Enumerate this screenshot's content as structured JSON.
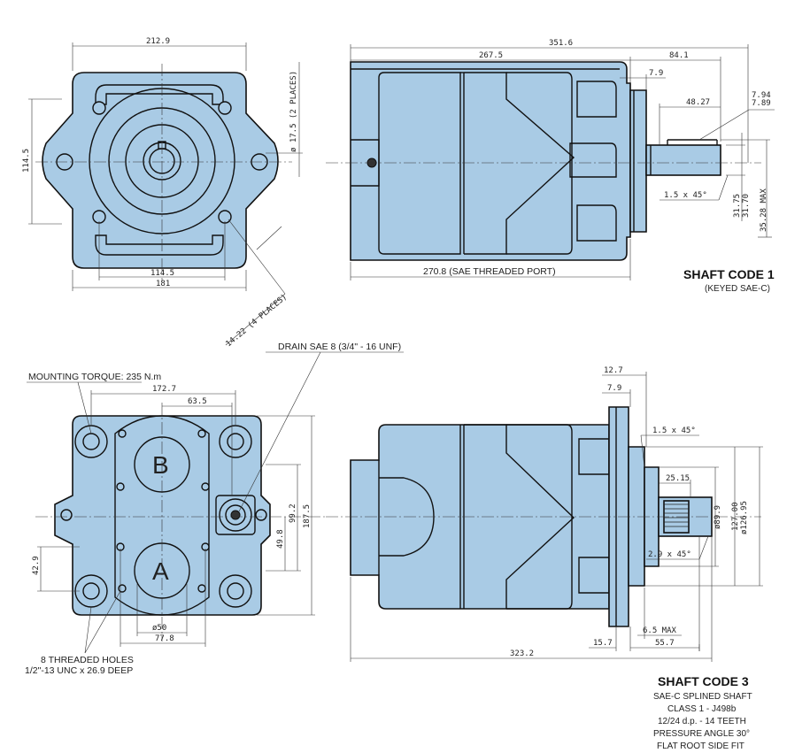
{
  "drawing": {
    "top_left_view": {
      "dims": {
        "width_top": "212.9",
        "height_left": "114.5",
        "bottom_inner": "114.5",
        "bottom_outer": "181",
        "hole_dia": "ø 17.5 (2 PLACES)",
        "corner_holes": "14.22 (4 PLACES)"
      }
    },
    "top_right_view": {
      "dims": {
        "overall": "351.6",
        "body_len": "267.5",
        "shaft_len": "84.1",
        "flange_thk": "7.9",
        "key_len": "48.27",
        "key_w1": "7.94",
        "key_w2": "7.89",
        "chamfer": "1.5 x 45°",
        "shaft_d1": "31.75",
        "shaft_d2": "31.70",
        "key_height": "35.28 MAX",
        "port_len": "270.8 (SAE THREADED PORT)"
      },
      "shaft_code_title": "SHAFT CODE 1",
      "shaft_code_sub": "(KEYED SAE-C)"
    },
    "bottom_left_view": {
      "drain_label": "DRAIN SAE 8 (3/4\" - 16 UNF)",
      "torque_label": "MOUNTING TORQUE:  235 N.m",
      "port_a": "A",
      "port_b": "B",
      "dims": {
        "width_top": "172.7",
        "port_spacing": "63.5",
        "h_total": "187.5",
        "h_mid": "99.2",
        "h_small": "49.8",
        "left_h": "42.9",
        "port_dia": "ø50",
        "bottom": "77.8"
      },
      "holes_note_1": "8 THREADED HOLES",
      "holes_note_2": "1/2\"-13 UNC x 26.9 DEEP"
    },
    "bottom_right_view": {
      "dims": {
        "d_12_7": "12.7",
        "d_7_9": "7.9",
        "chamfer1": "1.5 x 45°",
        "spline_len": "25.15",
        "chamfer2": "2.9 x 45°",
        "dia_89": "ø89.9",
        "dia_127a": "127.00",
        "dia_127b": "ø126.95",
        "max_65": "6.5 MAX",
        "d_15_7": "15.7",
        "d_55_7": "55.7",
        "overall": "323.2"
      },
      "shaft_code_title": "SHAFT CODE 3",
      "shaft_code_lines": [
        "SAE-C SPLINED SHAFT",
        "CLASS 1 - J498b",
        "12/24 d.p. - 14 TEETH",
        "PRESSURE ANGLE 30°",
        "FLAT ROOT SIDE FIT"
      ]
    }
  },
  "colors": {
    "body_fill": "#a9cbe5",
    "line": "#111111"
  }
}
